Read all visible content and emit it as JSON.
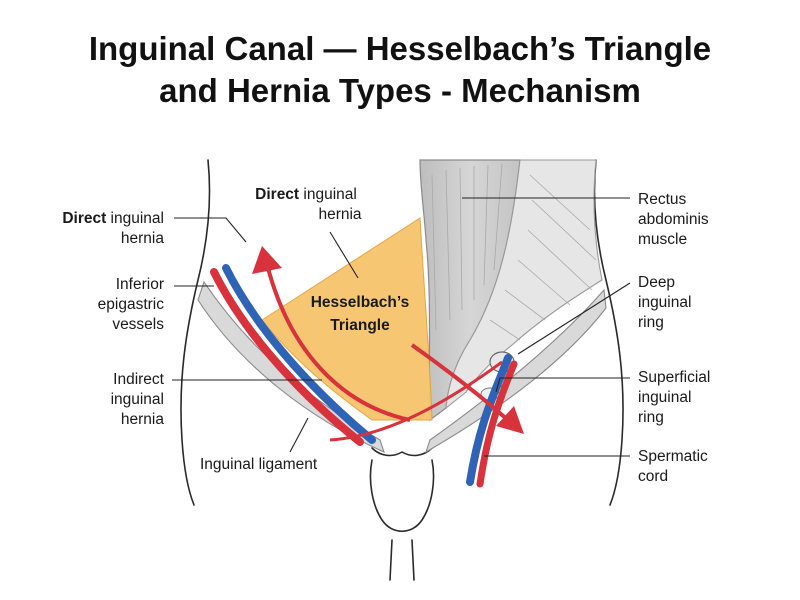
{
  "title": {
    "line1": "Inguinal Canal — Hesselbach’s Triangle",
    "line2": "and Hernia Types - Mechanism"
  },
  "colors": {
    "triangle": "#f7c46c",
    "artery": "#d8323c",
    "vein": "#2f63b5",
    "arrow": "#d8323c",
    "muscle": "#cfcfcf",
    "ligament": "#d9d9d9"
  },
  "labels": {
    "direct_top": {
      "bold": "Direct",
      "rest": " inguinal",
      "line2": "hernia"
    },
    "direct_left": {
      "bold": "Direct",
      "rest": " inguinal",
      "line2": "hernia"
    },
    "inferior_epigastric": {
      "line1": "Inferior",
      "line2": "epigastric",
      "line3": "vessels"
    },
    "indirect": {
      "line1": "Indirect",
      "line2": "inguinal",
      "line3": "hernia"
    },
    "inguinal_ligament": "Inguinal ligament",
    "hesselbach": {
      "line1": "Hesselbach’s",
      "line2": "Triangle"
    },
    "rectus": {
      "line1": "Rectus",
      "line2": "abdominis",
      "line3": "muscle"
    },
    "deep_ring": {
      "line1": "Deep",
      "line2": "inguinal",
      "line3": "ring"
    },
    "superficial_ring": {
      "line1": "Superficial",
      "line2": "inguinal",
      "line3": "ring"
    },
    "spermatic_cord": {
      "line1": "Spermatic",
      "line2": "cord"
    }
  }
}
